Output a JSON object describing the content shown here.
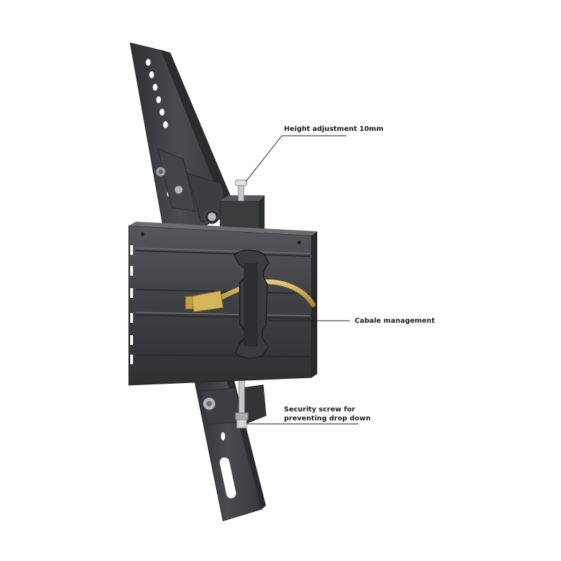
{
  "callouts": {
    "height_adjustment": "Height adjustment 10mm",
    "cable_management": "Cabale management",
    "security_screw_line1": "Security screw for",
    "security_screw_line2": "preventing drop down"
  },
  "colors": {
    "background": "#ffffff",
    "metal_dark": "#3b3c3e",
    "metal_mid": "#4a4b4d",
    "metal_light": "#5d5f62",
    "cable": "#c9a54a",
    "leader_line": "#1a1a1a"
  }
}
